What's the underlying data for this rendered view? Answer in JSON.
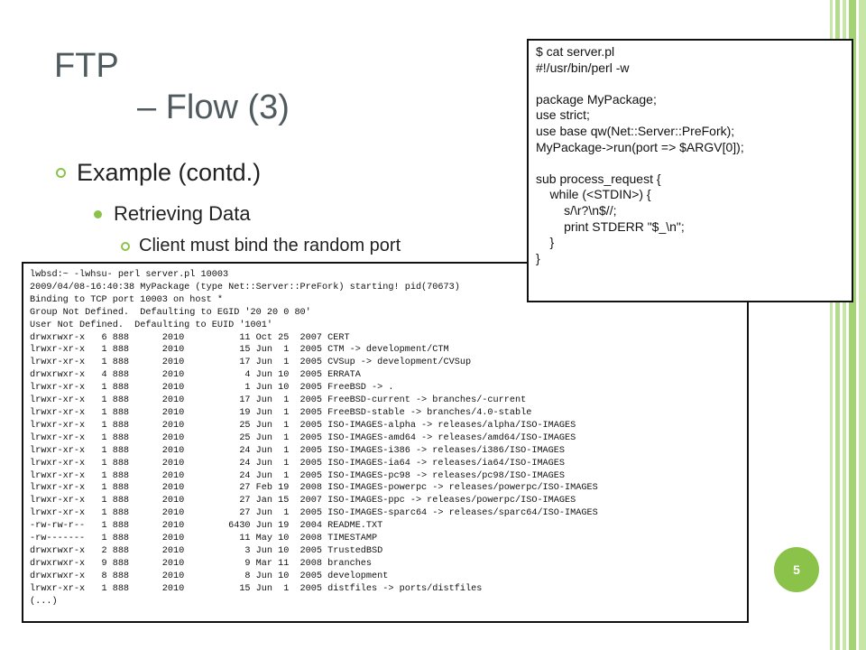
{
  "slide": {
    "title_line1": "FTP",
    "title_line2": "– Flow (3)",
    "bullet_l1": "Example (contd.)",
    "bullet_l2": "Retrieving Data",
    "bullet_l3": "Client must bind the random port",
    "page_number": "5"
  },
  "colors": {
    "accent": "#8bc34a",
    "title": "#4f5a5e"
  },
  "terminal_lines": [
    "lwbsd:~ -lwhsu- perl server.pl 10003",
    "2009/04/08-16:40:38 MyPackage (type Net::Server::PreFork) starting! pid(70673)",
    "Binding to TCP port 10003 on host *",
    "Group Not Defined.  Defaulting to EGID '20 20 0 80'",
    "User Not Defined.  Defaulting to EUID '1001'",
    "drwxrwxr-x   6 888      2010          11 Oct 25  2007 CERT",
    "lrwxr-xr-x   1 888      2010          15 Jun  1  2005 CTM -> development/CTM",
    "lrwxr-xr-x   1 888      2010          17 Jun  1  2005 CVSup -> development/CVSup",
    "drwxrwxr-x   4 888      2010           4 Jun 10  2005 ERRATA",
    "lrwxr-xr-x   1 888      2010           1 Jun 10  2005 FreeBSD -> .",
    "lrwxr-xr-x   1 888      2010          17 Jun  1  2005 FreeBSD-current -> branches/-current",
    "lrwxr-xr-x   1 888      2010          19 Jun  1  2005 FreeBSD-stable -> branches/4.0-stable",
    "lrwxr-xr-x   1 888      2010          25 Jun  1  2005 ISO-IMAGES-alpha -> releases/alpha/ISO-IMAGES",
    "lrwxr-xr-x   1 888      2010          25 Jun  1  2005 ISO-IMAGES-amd64 -> releases/amd64/ISO-IMAGES",
    "lrwxr-xr-x   1 888      2010          24 Jun  1  2005 ISO-IMAGES-i386 -> releases/i386/ISO-IMAGES",
    "lrwxr-xr-x   1 888      2010          24 Jun  1  2005 ISO-IMAGES-ia64 -> releases/ia64/ISO-IMAGES",
    "lrwxr-xr-x   1 888      2010          24 Jun  1  2005 ISO-IMAGES-pc98 -> releases/pc98/ISO-IMAGES",
    "lrwxr-xr-x   1 888      2010          27 Feb 19  2008 ISO-IMAGES-powerpc -> releases/powerpc/ISO-IMAGES",
    "lrwxr-xr-x   1 888      2010          27 Jan 15  2007 ISO-IMAGES-ppc -> releases/powerpc/ISO-IMAGES",
    "lrwxr-xr-x   1 888      2010          27 Jun  1  2005 ISO-IMAGES-sparc64 -> releases/sparc64/ISO-IMAGES",
    "-rw-rw-r--   1 888      2010        6430 Jun 19  2004 README.TXT",
    "-rw-------   1 888      2010          11 May 10  2008 TIMESTAMP",
    "drwxrwxr-x   2 888      2010           3 Jun 10  2005 TrustedBSD",
    "drwxrwxr-x   9 888      2010           9 Mar 11  2008 branches",
    "drwxrwxr-x   8 888      2010           8 Jun 10  2005 development",
    "lrwxr-xr-x   1 888      2010          15 Jun  1  2005 distfiles -> ports/distfiles",
    "(...)"
  ],
  "code_lines": [
    "$ cat server.pl",
    "#!/usr/bin/perl -w",
    "",
    "package MyPackage;",
    "use strict;",
    "use base qw(Net::Server::PreFork);",
    "MyPackage->run(port => $ARGV[0]);",
    "",
    "sub process_request {",
    "    while (<STDIN>) {",
    "        s/\\r?\\n$//;",
    "        print STDERR \"$_\\n\";",
    "    }",
    "}"
  ]
}
